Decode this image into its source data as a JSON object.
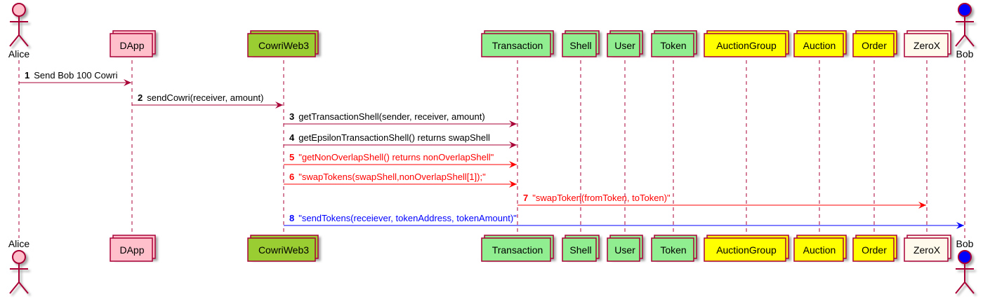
{
  "colors": {
    "border": "#A80036",
    "lifeline": "#A80036",
    "default_arrow": "#A80036",
    "red": "#FF0000",
    "blue": "#0000FF",
    "actor_default": "#FFC0CB",
    "actor_bob": "#0000FF"
  },
  "participants": [
    {
      "id": "alice",
      "label": "Alice",
      "kind": "actor",
      "fill": "#FFC0CB"
    },
    {
      "id": "dapp",
      "label": "DApp",
      "kind": "box",
      "fill": "#FFC0CB"
    },
    {
      "id": "cowriweb3",
      "label": "CowriWeb3",
      "kind": "box",
      "fill": "#9ACD32"
    },
    {
      "id": "transaction",
      "label": "Transaction",
      "kind": "box",
      "fill": "#90EE90"
    },
    {
      "id": "shell",
      "label": "Shell",
      "kind": "box",
      "fill": "#90EE90"
    },
    {
      "id": "user",
      "label": "User",
      "kind": "box",
      "fill": "#90EE90"
    },
    {
      "id": "token",
      "label": "Token",
      "kind": "box",
      "fill": "#90EE90"
    },
    {
      "id": "auctiongroup",
      "label": "AuctionGroup",
      "kind": "box",
      "fill": "#FFFF00"
    },
    {
      "id": "auction",
      "label": "Auction",
      "kind": "box",
      "fill": "#FFFF00"
    },
    {
      "id": "order",
      "label": "Order",
      "kind": "box",
      "fill": "#FFFF00"
    },
    {
      "id": "zerox",
      "label": "ZeroX",
      "kind": "box",
      "fill": "#FFFAEB"
    },
    {
      "id": "bob",
      "label": "Bob",
      "kind": "actor",
      "fill": "#0000FF"
    }
  ],
  "messages": [
    {
      "num": "1",
      "text": "Send Bob 100 Cowri",
      "from": "alice",
      "to": "dapp",
      "color": "#A80036",
      "text_color": "#000000"
    },
    {
      "num": "2",
      "text": "sendCowri(receiver, amount)",
      "from": "dapp",
      "to": "cowriweb3",
      "color": "#A80036",
      "text_color": "#000000"
    },
    {
      "num": "3",
      "text": "getTransactionShell(sender, receiver, amount)",
      "from": "cowriweb3",
      "to": "transaction",
      "color": "#A80036",
      "text_color": "#000000"
    },
    {
      "num": "4",
      "text": "getEpsilonTransactionShell() returns swapShell",
      "from": "cowriweb3",
      "to": "transaction",
      "color": "#A80036",
      "text_color": "#000000"
    },
    {
      "num": "5",
      "text": "\"getNonOverlapShell() returns nonOverlapShell\"",
      "from": "cowriweb3",
      "to": "transaction",
      "color": "#FF0000",
      "text_color": "#FF0000"
    },
    {
      "num": "6",
      "text": "\"swapTokens(swapShell,nonOverlapShell[1]);\"",
      "from": "cowriweb3",
      "to": "transaction",
      "color": "#FF0000",
      "text_color": "#FF0000"
    },
    {
      "num": "7",
      "text": "\"swapToken(fromToken, toToken)\"",
      "from": "transaction",
      "to": "zerox",
      "color": "#FF0000",
      "text_color": "#FF0000"
    },
    {
      "num": "8",
      "text": "\"sendTokens(receiever, tokenAddress, tokenAmount)\"",
      "from": "cowriweb3",
      "to": "bob",
      "color": "#0000FF",
      "text_color": "#0000FF"
    }
  ]
}
